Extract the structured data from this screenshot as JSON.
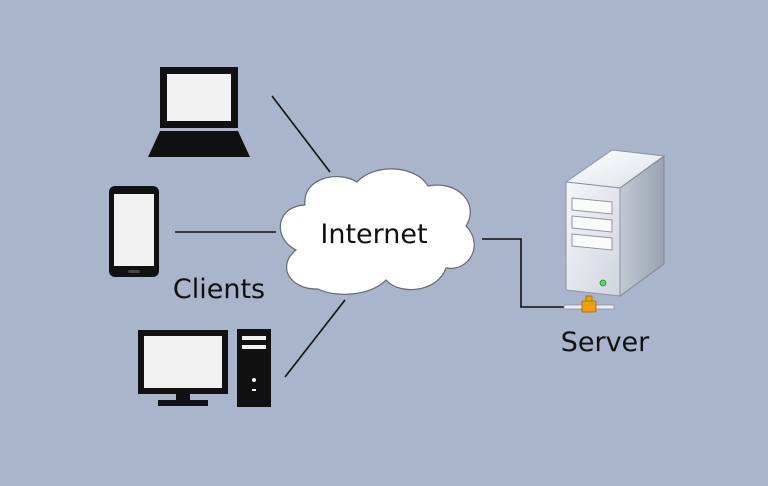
{
  "diagram": {
    "cloud_label": "Internet",
    "clients_label": "Clients",
    "server_label": "Server"
  },
  "nodes": {
    "clients": [
      "laptop-icon",
      "smartphone-icon",
      "desktop-computer-icon"
    ],
    "network": "cloud-icon",
    "server": "server-tower-icon"
  },
  "colors": {
    "background": "#a9b5ca",
    "device_fill": "#111111",
    "screen_fill": "#f2f2f2",
    "server_body": "#e9ecf2",
    "connector_accent": "#f0a000",
    "led_green": "#5fd35f"
  }
}
